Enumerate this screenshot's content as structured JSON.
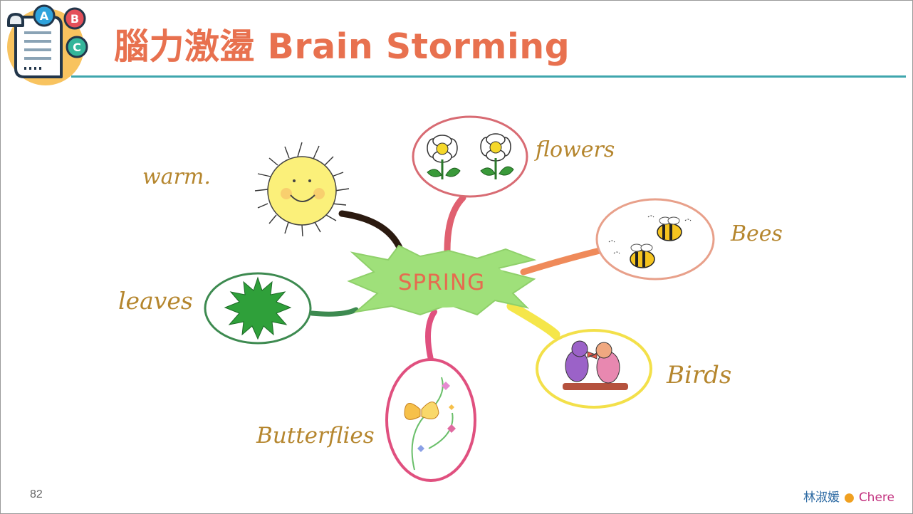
{
  "slide": {
    "title": "腦力激盪 Brain Storming",
    "page_number": "82",
    "footer_author": "林淑媛",
    "footer_separator": "●",
    "footer_nick": "Chere"
  },
  "logo": {
    "badge_a": "A",
    "badge_b": "B",
    "badge_c": "C"
  },
  "mindmap": {
    "center": "SPRING",
    "branches": [
      {
        "label": "warm.",
        "icon": "sun-icon",
        "color": "#2b1a10"
      },
      {
        "label": "flowers",
        "icon": "daisy-flowers-icon",
        "color": "#e06070"
      },
      {
        "label": "Bees",
        "icon": "bees-icon",
        "color": "#ef8a5a"
      },
      {
        "label": "Birds",
        "icon": "birds-icon",
        "color": "#f5e64a"
      },
      {
        "label": "Butterflies",
        "icon": "butterfly-icon",
        "color": "#e0507f"
      },
      {
        "label": "leaves",
        "icon": "leaf-burst-icon",
        "color": "#3d8a50"
      }
    ]
  },
  "colors": {
    "title": "#e8714f",
    "rule": "#3fa6ad",
    "center_blob": "#9fe07a",
    "center_text": "#e66b4f",
    "label_text": "#b5862e"
  }
}
